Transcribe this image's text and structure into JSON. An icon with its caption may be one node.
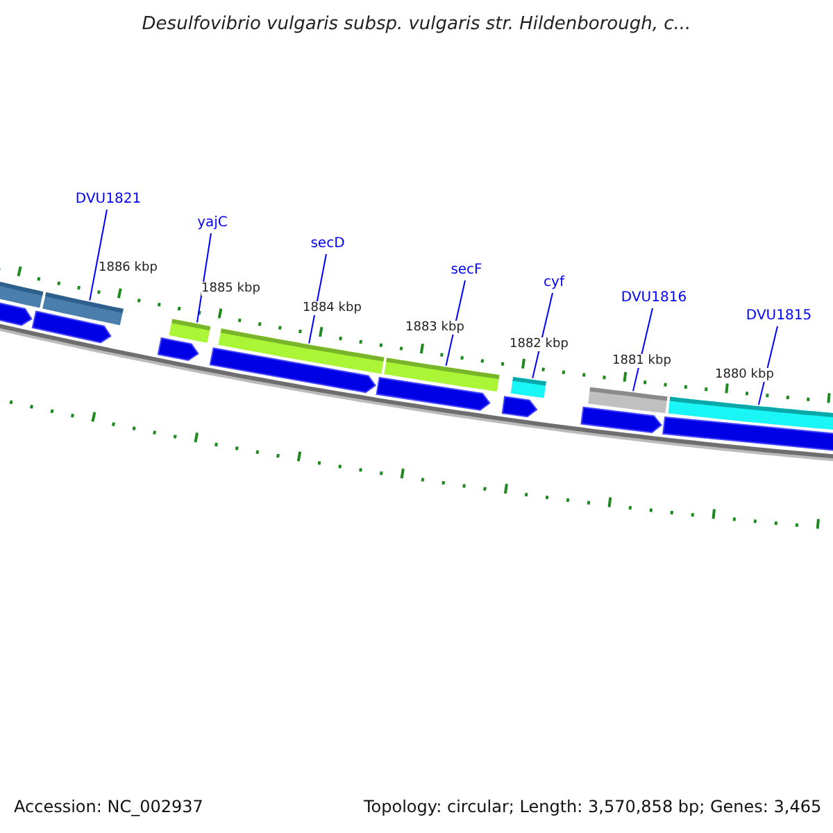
{
  "diagram": {
    "title": "Desulfovibrio vulgaris subsp. vulgaris str. Hildenborough, c...",
    "nodes": [
      {
        "text": [
          "DVU1821"
        ]
      },
      {
        "text": [
          "yajC"
        ]
      },
      {
        "text": [
          "secD"
        ]
      },
      {
        "text": [
          "secF"
        ]
      },
      {
        "text": [
          "cyf"
        ]
      },
      {
        "text": [
          "DVU1816"
        ]
      },
      {
        "text": [
          "DVU1815"
        ]
      },
      {
        "text": [],
        "shape": "bar"
      },
      {
        "text": [],
        "shape": "bar"
      },
      {
        "text": [],
        "shape": "bar"
      },
      {
        "text": [],
        "shape": "bar"
      },
      {
        "text": [],
        "shape": "bar"
      },
      {
        "text": [],
        "shape": "bar"
      },
      {
        "text": [],
        "shape": "bar"
      },
      {
        "text": [],
        "shape": "bar"
      }
    ],
    "edges": [
      {
        "from": 0,
        "to": 8,
        "arrow": "none"
      },
      {
        "from": 1,
        "to": 9,
        "arrow": "none"
      },
      {
        "from": 2,
        "to": 10,
        "arrow": "none"
      },
      {
        "from": 3,
        "to": 11,
        "arrow": "none"
      },
      {
        "from": 4,
        "to": 12,
        "arrow": "none"
      },
      {
        "from": 5,
        "to": 13,
        "arrow": "none"
      },
      {
        "from": 6,
        "to": 14,
        "arrow": "none"
      }
    ],
    "labels": [
      "1886 kbp",
      "1885 kbp",
      "1884 kbp",
      "1883 kbp",
      "1882 kbp",
      "1881 kbp",
      "1880 kbp",
      "Accession: NC_002937",
      "Topology: circular; Length: 3,570,858 bp; Genes: 3,465"
    ]
  }
}
